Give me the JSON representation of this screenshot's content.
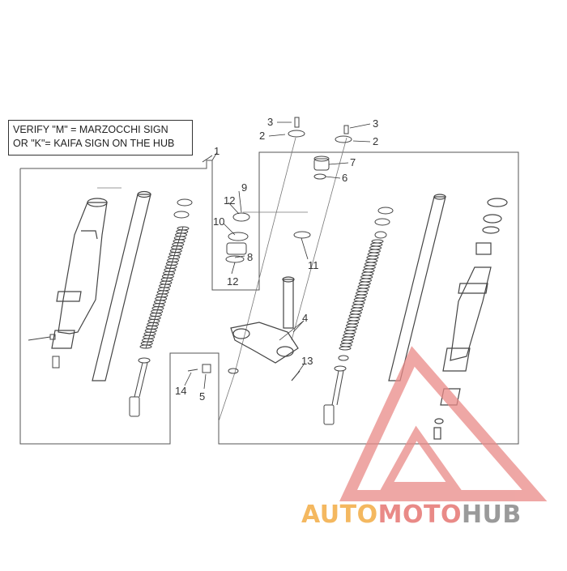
{
  "note": {
    "line1": "VERIFY \"M\" = MARZOCCHI SIGN",
    "line2": "OR \"K\"= KAIFA SIGN ON THE HUB"
  },
  "callouts": {
    "c1": "1",
    "c2a": "2",
    "c3a": "3",
    "c2b": "2",
    "c3b": "3",
    "c4": "4",
    "c5": "5",
    "c6": "6",
    "c7": "7",
    "c8": "8",
    "c9": "9",
    "c10": "10",
    "c11": "11",
    "c12a": "12",
    "c12b": "12",
    "c13": "13",
    "c14": "14"
  },
  "watermark": {
    "part1": "AUTO",
    "part2": "MOTO",
    "part3": "HUB"
  },
  "colors": {
    "line": "#555555",
    "watermark_red": "#e98a87",
    "watermark_orange": "#f4b860",
    "watermark_gray": "#9a9a9a"
  }
}
